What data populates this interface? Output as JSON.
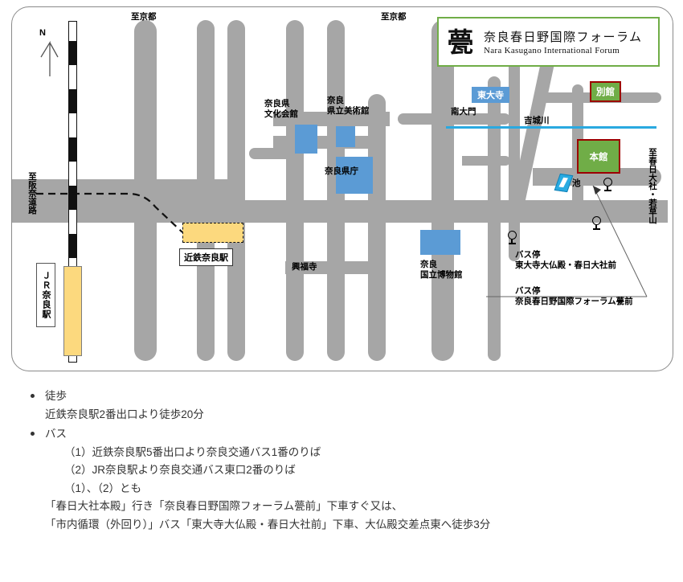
{
  "logo": {
    "mark": "甍",
    "title_ja": "奈良春日野国際フォーラム",
    "title_en": "Nara Kasugano International Forum"
  },
  "map": {
    "compass": {
      "label": "N"
    },
    "roads_to": [
      {
        "label": "至京都"
      },
      {
        "label": "至京都"
      }
    ],
    "route_left": "至阪奈道路",
    "route_right": "至春日大社・若草山",
    "stations": [
      {
        "name": "ＪＲ奈良駅"
      },
      {
        "name": "近鉄奈良駅"
      }
    ],
    "buildings": [
      {
        "label": "奈良県\n文化会館",
        "line1": "奈良県",
        "line2": "文化会館"
      },
      {
        "label": "奈良\n県立美術館",
        "line1": "奈良",
        "line2": "県立美術館"
      },
      {
        "label": "奈良県庁"
      },
      {
        "label": "興福寺"
      },
      {
        "label": "奈良\n国立博物館",
        "line1": "奈良",
        "line2": "国立博物館"
      }
    ],
    "landmarks": [
      {
        "label": "東大寺"
      },
      {
        "label": "南大門"
      },
      {
        "label": "吉城川"
      },
      {
        "label": "池"
      }
    ],
    "venues": [
      {
        "label": "別館"
      },
      {
        "label": "本館"
      }
    ],
    "bus_stops": [
      {
        "heading": "バス停",
        "name": "東大寺大仏殿・春日大社前"
      },
      {
        "heading": "バス停",
        "name": "奈良春日野国際フォーラム甍前"
      }
    ]
  },
  "notes": {
    "items": [
      {
        "bullet": "徒歩",
        "lines": [
          "近鉄奈良駅2番出口より徒歩20分"
        ]
      },
      {
        "bullet": "バス",
        "lines": [
          "（1）近鉄奈良駅5番出口より奈良交通バス1番のりば",
          "（2）JR奈良駅より奈良交通バス東口2番のりば",
          "（1）、（2）とも",
          "「春日大社本殿」行き「奈良春日野国際フォーラム甍前」下車すぐ又は、",
          "「市内循環（外回り）」バス「東大寺大仏殿・春日大社前」下車、大仏殿交差点東へ徒歩3分"
        ]
      }
    ]
  },
  "colors": {
    "road": "#a6a6a6",
    "building": "#5b9bd5",
    "venue_fill": "#70ad47",
    "venue_border": "#9c0000",
    "river": "#2aa9e0",
    "station_fill": "#fcd97e",
    "logo_border": "#70ad47"
  }
}
